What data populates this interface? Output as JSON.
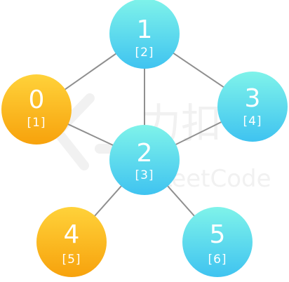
{
  "colors": {
    "cyan_top": "#7ff3ea",
    "cyan_bottom": "#3fc3f0",
    "orange_top": "#ffd23a",
    "orange_bottom": "#f7a20c",
    "edge": "#8f8f8f"
  },
  "watermark": {
    "logo": "leetcode-logo-icon",
    "cn_text": "力扣",
    "en_text": "LeetCode"
  },
  "nodes": [
    {
      "id": "n1",
      "num": "1",
      "idx": "[2]",
      "color": "cyan"
    },
    {
      "id": "n0",
      "num": "0",
      "idx": "[1]",
      "color": "orange"
    },
    {
      "id": "n3",
      "num": "3",
      "idx": "[4]",
      "color": "cyan"
    },
    {
      "id": "n2",
      "num": "2",
      "idx": "[3]",
      "color": "cyan"
    },
    {
      "id": "n4",
      "num": "4",
      "idx": "[5]",
      "color": "orange"
    },
    {
      "id": "n5",
      "num": "5",
      "idx": "[6]",
      "color": "cyan"
    }
  ],
  "edges": [
    [
      "1",
      "0"
    ],
    [
      "1",
      "2"
    ],
    [
      "1",
      "3"
    ],
    [
      "0",
      "2"
    ],
    [
      "3",
      "2"
    ],
    [
      "2",
      "4"
    ],
    [
      "2",
      "5"
    ]
  ]
}
